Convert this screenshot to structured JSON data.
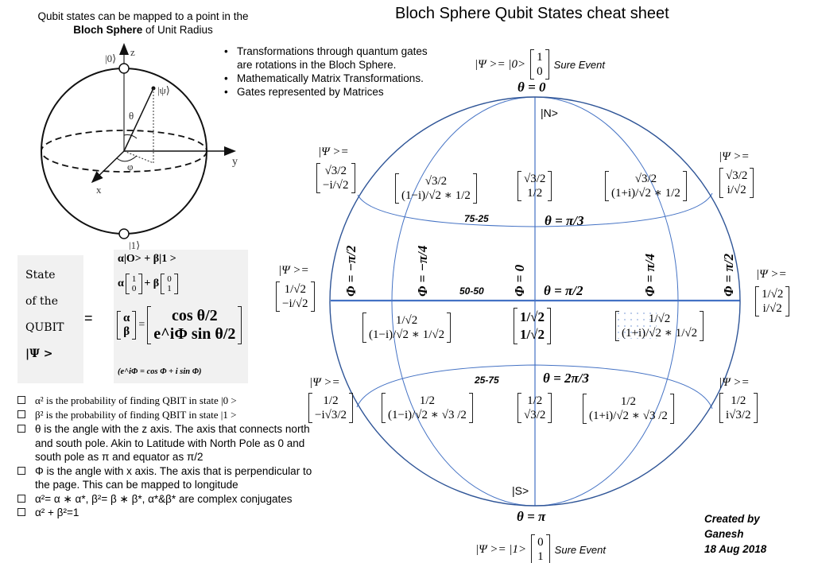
{
  "page": {
    "title": "Bloch Sphere Qubit States cheat sheet"
  },
  "intro": {
    "line1": "Qubit states can be mapped to a point in the",
    "line2_bold": "Bloch Sphere",
    "line2_rest": " of Unit Radius"
  },
  "small_sphere": {
    "label_zero": "|0⟩",
    "label_one": "|1⟩",
    "label_z": "z",
    "label_y": "y",
    "label_x": "x",
    "label_psi": "|ψ⟩",
    "label_theta": "θ",
    "label_phi": "φ"
  },
  "bullets": [
    "Transformations through quantum gates are rotations in the Bloch Sphere.",
    "Mathematically Matrix Transformations.",
    "Gates represented by Matrices"
  ],
  "state_box": {
    "lines": [
      "State",
      "of the",
      "QUBIT",
      "|Ψ >"
    ],
    "equals": "=",
    "eq1": "α|O> + β|1 >",
    "eq2_alpha": "α",
    "eq2_plus": "+ β",
    "eq2_m1": [
      "1",
      "0"
    ],
    "eq2_m2": [
      "0",
      "1"
    ],
    "eq3_lhs": [
      "α",
      "β"
    ],
    "eq3_eq": "=",
    "eq3_rhs": [
      "cos θ/2",
      "e^iΦ sin θ/2"
    ],
    "euler": "(e^iΦ = cos Φ + i  sin Φ)"
  },
  "checklist": [
    "α² is the probability of finding QBIT  in state |0 >",
    "β² is the probability of finding QBIT  in state |1 >",
    "θ is the angle with the z axis. The axis that connects north and south pole. Akin to Latitude with  North Pole as 0 and south pole as π and equator as π/2",
    "Φ is the angle with x axis. The axis that is perpendicular to the page. This can be mapped to longitude",
    "α²= α ∗ α*, β²= β  ∗ β*, α*&β* are complex conjugates",
    "α² + β²=1"
  ],
  "sphere": {
    "north_state": "|Ψ >=  |0>",
    "north_vector": [
      "1",
      "0"
    ],
    "north_note": "Sure Event",
    "south_state": "|Ψ >= |1>",
    "south_vector": [
      "0",
      "1"
    ],
    "south_note": "Sure Event",
    "theta_top": "θ = 0",
    "theta_bottom": "θ = π",
    "north_pole": "|N>",
    "south_pole": "|S>",
    "theta_pi3": "θ = π/3",
    "theta_pi2": "θ = π/2",
    "theta_2pi3": "θ = 2π/3",
    "prob_7525": "75-25",
    "prob_5050": "50-50",
    "prob_2575": "25-75",
    "psi_eq": "|Ψ >=",
    "phi_lines": [
      "Φ = −π/2",
      "Φ = −π/4",
      "Φ = 0",
      "Φ = π/4",
      "Φ = π/2"
    ],
    "row_pi3": {
      "left_outer": [
        "√3/2",
        "−i/√2"
      ],
      "left_inner": [
        "√3/2",
        "(1−i)/√2  ∗ 1/2"
      ],
      "center": [
        "√3/2",
        "1/2"
      ],
      "right_inner": [
        "√3/2",
        "(1+i)/√2  ∗ 1/2"
      ],
      "right_outer": [
        "√3/2",
        "i/√2"
      ]
    },
    "row_pi2": {
      "left_outer": [
        "1/√2",
        "−i/√2"
      ],
      "left_inner": [
        "1/√2",
        "(1−i)/√2  ∗ 1/√2"
      ],
      "center": [
        "1/√2",
        "1/√2"
      ],
      "right_inner": [
        "1/√2",
        "(1+i)/√2  ∗ 1/√2"
      ],
      "right_outer": [
        "1/√2",
        "i/√2"
      ]
    },
    "row_2pi3": {
      "left_outer": [
        "1/2",
        "−i√3/2"
      ],
      "left_inner": [
        "1/2",
        "(1−i)/√2  ∗ √3 /2"
      ],
      "center": [
        "1/2",
        "√3/2"
      ],
      "right_inner": [
        "1/2",
        "(1+i)/√2  ∗ √3 /2"
      ],
      "right_outer": [
        "1/2",
        "i√3/2"
      ]
    },
    "line_color": "#4472C4",
    "outline_color": "#2F5597"
  },
  "credit": {
    "line1": "Created by",
    "line2": "Ganesh",
    "line3": "18 Aug 2018"
  }
}
